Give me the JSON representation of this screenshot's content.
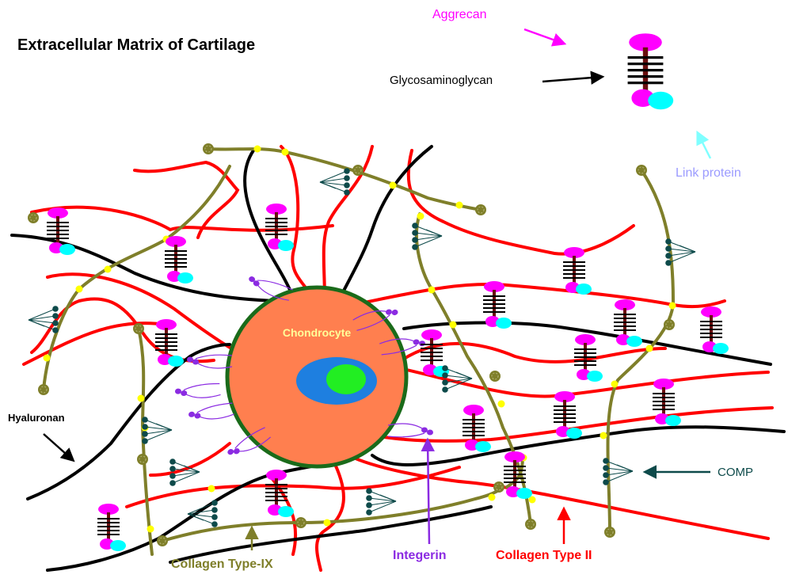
{
  "title": "Extracellular Matrix of Cartilage",
  "cell_label": "Chondrocyte",
  "labels": {
    "aggrecan": "Aggrecan",
    "glycosaminoglycan": "Glycosaminoglycan",
    "link_protein": "Link protein",
    "hyaluronan": "Hyaluronan",
    "comp": "COMP",
    "collagen_ix": "Collagen Type-IX",
    "integerin": "Integerin",
    "collagen_ii": "Collagen Type II"
  },
  "colors": {
    "collagen_ii": "#ff0000",
    "hyaluronan": "#000000",
    "collagen_ix": "#7f7f2a",
    "crosslink": "#ffff00",
    "aggrecan_core": "#ff00ff",
    "gag": "#000000",
    "aggrecan_stem": "#6b0f0f",
    "link_protein": "#00ffff",
    "comp": "#0d4a4a",
    "integrin": "#8b2be2",
    "cell_fill": "#ff7f4f",
    "cell_border": "#1a6b1a",
    "nucleus": "#1e7fe0",
    "nucleolus": "#22ee22",
    "aggrecan_label": "#ff00ff",
    "link_label": "#9b9bff",
    "title_text": "#000000",
    "cell_text": "#ffff99"
  }
}
